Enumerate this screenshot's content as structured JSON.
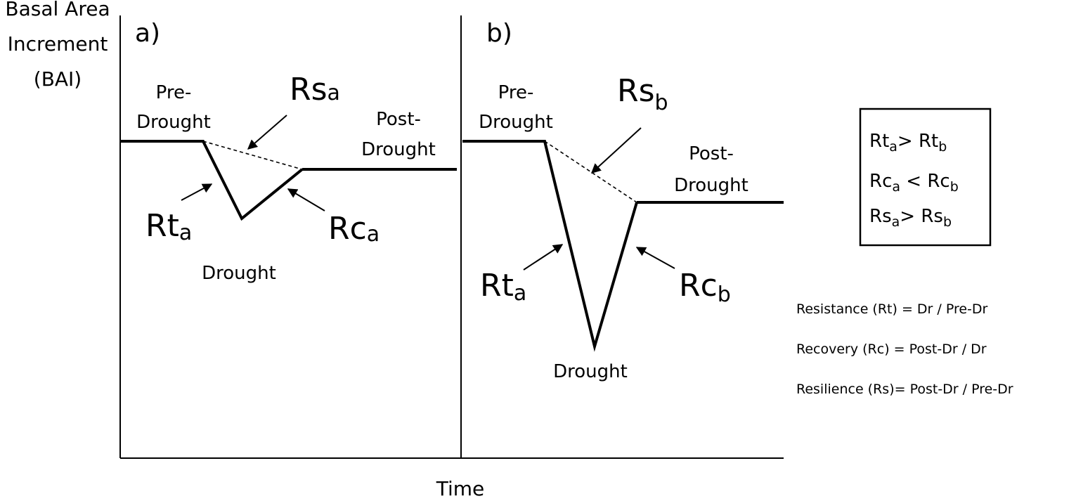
{
  "axis": {
    "ylabel_lines": [
      "Basal Area",
      "Increment",
      "(BAI)"
    ],
    "xlabel": "Time"
  },
  "panel_a": {
    "tag": "a)",
    "pre_drought_lines": [
      "Pre-",
      "Drought"
    ],
    "post_drought_lines": [
      "Post-",
      "Drought"
    ],
    "drought": "Drought",
    "rs": {
      "base": "Rs",
      "sub": "a"
    },
    "rt": {
      "base": "Rt",
      "sub": "a"
    },
    "rc": {
      "base": "Rc",
      "sub": "a"
    }
  },
  "panel_b": {
    "tag": "b)",
    "pre_drought_lines": [
      "Pre-",
      "Drought"
    ],
    "post_drought_lines": [
      "Post-",
      "Drought"
    ],
    "drought": "Drought",
    "rs": {
      "base": "Rs",
      "sub": "b"
    },
    "rt": {
      "base": "Rt",
      "sub": "a"
    },
    "rc": {
      "base": "Rc",
      "sub": "b"
    }
  },
  "comparison_box": [
    {
      "l": "Rt",
      "ls": "a",
      "op": "> ",
      "r": "Rt",
      "rs": "b"
    },
    {
      "l": "Rc",
      "ls": "a",
      "op": " < ",
      "r": "Rc",
      "rs": "b"
    },
    {
      "l": "Rs",
      "ls": "a",
      "op": "> ",
      "r": "Rs",
      "rs": "b"
    }
  ],
  "definitions": [
    "Resistance (Rt) = Dr / Pre-Dr",
    "Recovery (Rc) = Post-Dr / Dr",
    "Resilience (Rs)= Post-Dr / Pre-Dr"
  ]
}
